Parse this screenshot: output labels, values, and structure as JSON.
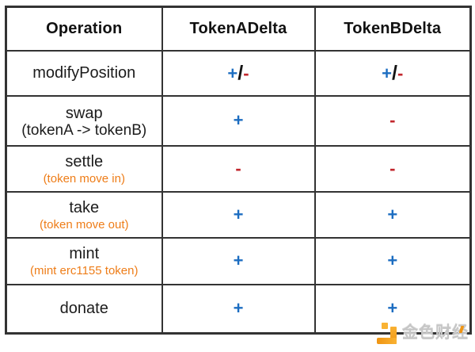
{
  "chart_data": {
    "type": "table",
    "columns": [
      "Operation",
      "TokenADelta",
      "TokenBDelta"
    ],
    "rows": [
      [
        "modifyPosition",
        "+/-",
        "+/-"
      ],
      [
        "swap (tokenA -> tokenB)",
        "+",
        "-"
      ],
      [
        "settle (token move in)",
        "-",
        "-"
      ],
      [
        "take (token move out)",
        "+",
        "+"
      ],
      [
        "mint (mint erc1155 token)",
        "+",
        "+"
      ],
      [
        "donate",
        "+",
        "+"
      ]
    ]
  },
  "table": {
    "columns": [
      "Operation",
      "TokenADelta",
      "TokenBDelta"
    ],
    "rows": [
      {
        "operation": "modifyPosition",
        "note": "",
        "token_a_delta": "+/-",
        "token_b_delta": "+/-"
      },
      {
        "operation": "swap",
        "note": "(tokenA -> tokenB)",
        "token_a_delta": "+",
        "token_b_delta": "-"
      },
      {
        "operation": "settle",
        "note": "(token move in)",
        "token_a_delta": "-",
        "token_b_delta": "-"
      },
      {
        "operation": "take",
        "note": "(token move out)",
        "token_a_delta": "+",
        "token_b_delta": "+"
      },
      {
        "operation": "mint",
        "note": "(mint erc1155 token)",
        "token_a_delta": "+",
        "token_b_delta": "+"
      },
      {
        "operation": "donate",
        "note": "",
        "token_a_delta": "+",
        "token_b_delta": "+"
      }
    ]
  },
  "watermark": {
    "brand": "金色财经",
    "logo": "jinse-finance-logo"
  },
  "colors": {
    "plus": "#1c6dc1",
    "minus": "#c2272d",
    "slash": "#141414",
    "note_orange": "#ee7d18",
    "border": "#333333",
    "text": "#1c1c1c",
    "watermark_text": "#c6c6c6",
    "logo_orange_light": "#f9b233",
    "logo_orange_dark": "#ef9413"
  }
}
